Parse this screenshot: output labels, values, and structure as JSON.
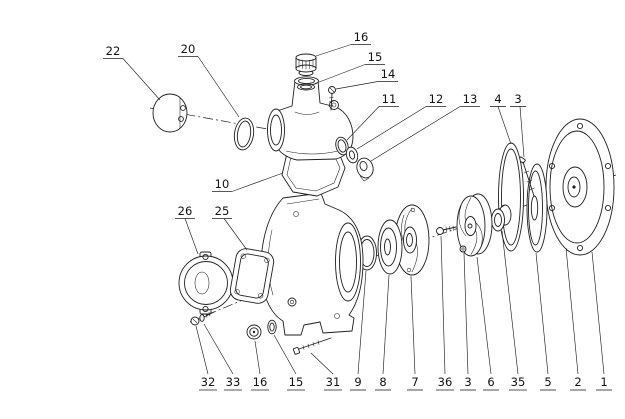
{
  "colors": {
    "background": "#ffffff",
    "line": "#1f1f1f"
  },
  "callouts": {
    "top": [
      "22",
      "20",
      "16",
      "15",
      "14",
      "11",
      "12",
      "13",
      "4",
      "3",
      "10",
      "26",
      "25"
    ],
    "bottom": [
      "32",
      "33",
      "16",
      "15",
      "31",
      "9",
      "8",
      "7",
      "36",
      "3",
      "6",
      "35",
      "5",
      "2",
      "1"
    ]
  }
}
